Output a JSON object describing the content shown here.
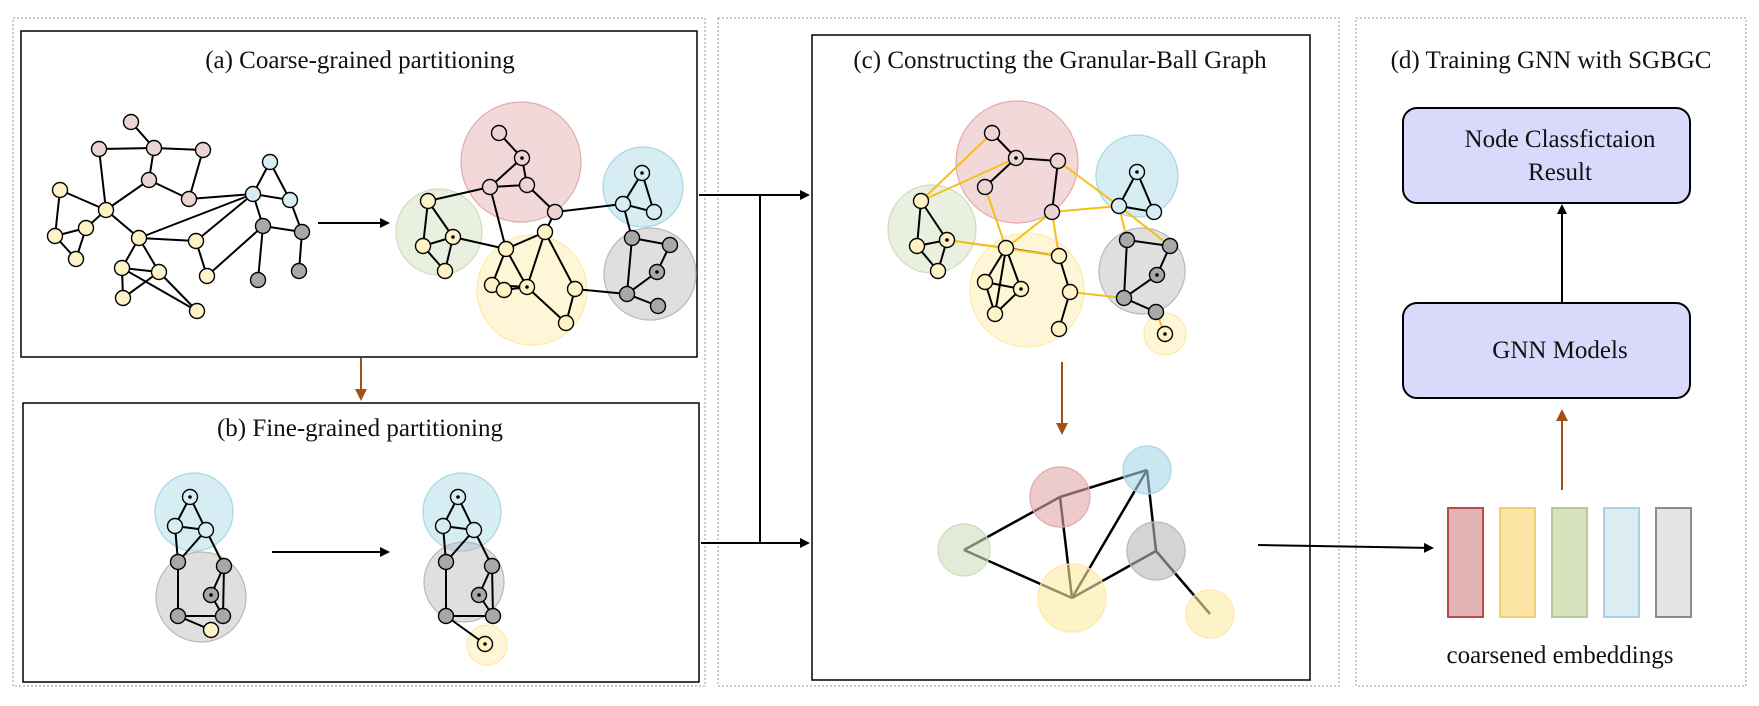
{
  "panels": {
    "a_title": "(a) Coarse-grained partitioning",
    "b_title": "(b) Fine-grained partitioning",
    "c_title": "(c) Constructing the Granular-Ball Graph",
    "d_title": "(d) Training GNN with SGBGC"
  },
  "result_box": {
    "line1": "Node Classfictaion",
    "line2": "Result"
  },
  "gnn_box": {
    "label": "GNN Models"
  },
  "embeddings": {
    "caption": "coarsened embeddings",
    "colors": [
      {
        "fill": "#e3b4b6",
        "stroke": "#b94a48"
      },
      {
        "fill": "#fbe4a3",
        "stroke": "#f0cf72"
      },
      {
        "fill": "#d7e3bd",
        "stroke": "#b6c99b"
      },
      {
        "fill": "#dcecf3",
        "stroke": "#a9d2e4"
      },
      {
        "fill": "#e4e4e4",
        "stroke": "#8c8c8c"
      }
    ]
  },
  "colors": {
    "node_pink": "#ecd4d4",
    "node_blue": "#d7ecf3",
    "node_yellow": "#fdf3c6",
    "node_gray": "#a8a8a8",
    "ball_pink": "#e3a9a9",
    "ball_blue": "#a7d6e6",
    "ball_yellow": "#fdeaa5",
    "ball_green": "#cfddbb",
    "ball_gray": "#b8b8b8",
    "edge_gold": "#f2c019",
    "arrow_brown": "#a0501a",
    "box_fill": "#d9d9fb"
  }
}
